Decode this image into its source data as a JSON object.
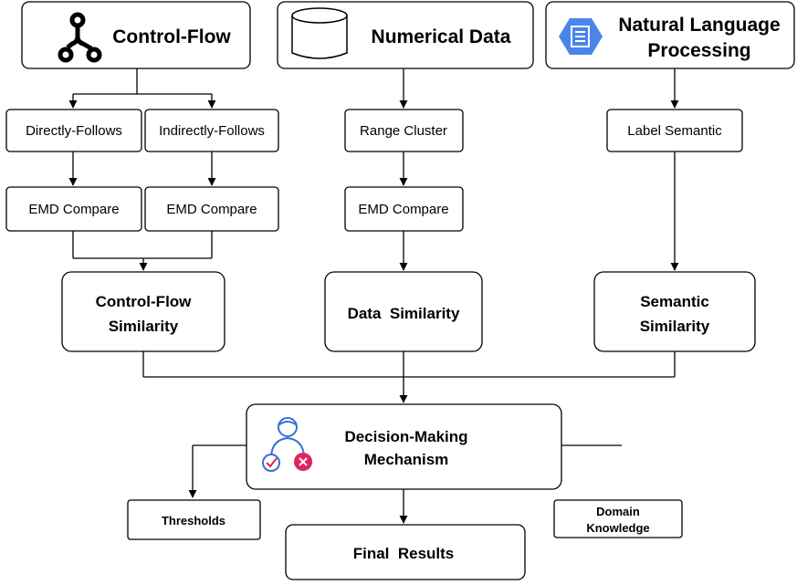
{
  "headers": {
    "control_flow": "Control-Flow",
    "numerical_data": "Numerical Data",
    "nlp_line1": "Natural Language",
    "nlp_line2": "Processing"
  },
  "steps": {
    "directly_follows": "Directly-Follows",
    "indirectly_follows": "Indirectly-Follows",
    "range_cluster": "Range Cluster",
    "label_semantic": "Label Semantic",
    "emd_compare_1": "EMD Compare",
    "emd_compare_2": "EMD Compare",
    "emd_compare_3": "EMD Compare"
  },
  "similarity": {
    "control_flow_line1": "Control-Flow",
    "control_flow_line2": "Similarity",
    "data": "Data  Similarity",
    "semantic_line1": "Semantic",
    "semantic_line2": "Similarity"
  },
  "decision": {
    "line1": "Decision-Making",
    "line2": "Mechanism"
  },
  "outputs": {
    "thresholds": "Thresholds",
    "final_results": "Final  Results",
    "domain_line1": "Domain",
    "domain_line2": "Knowledge"
  },
  "icons": {
    "control_flow": "branching-flow-icon",
    "numerical_data": "database-cylinder-icon",
    "nlp": "document-hexagon-icon",
    "decision": "person-check-cross-icon"
  },
  "colors": {
    "nlp_icon": "#4a86e8",
    "decision_icon": "#3b6fd4",
    "cross": "#e0245e"
  }
}
